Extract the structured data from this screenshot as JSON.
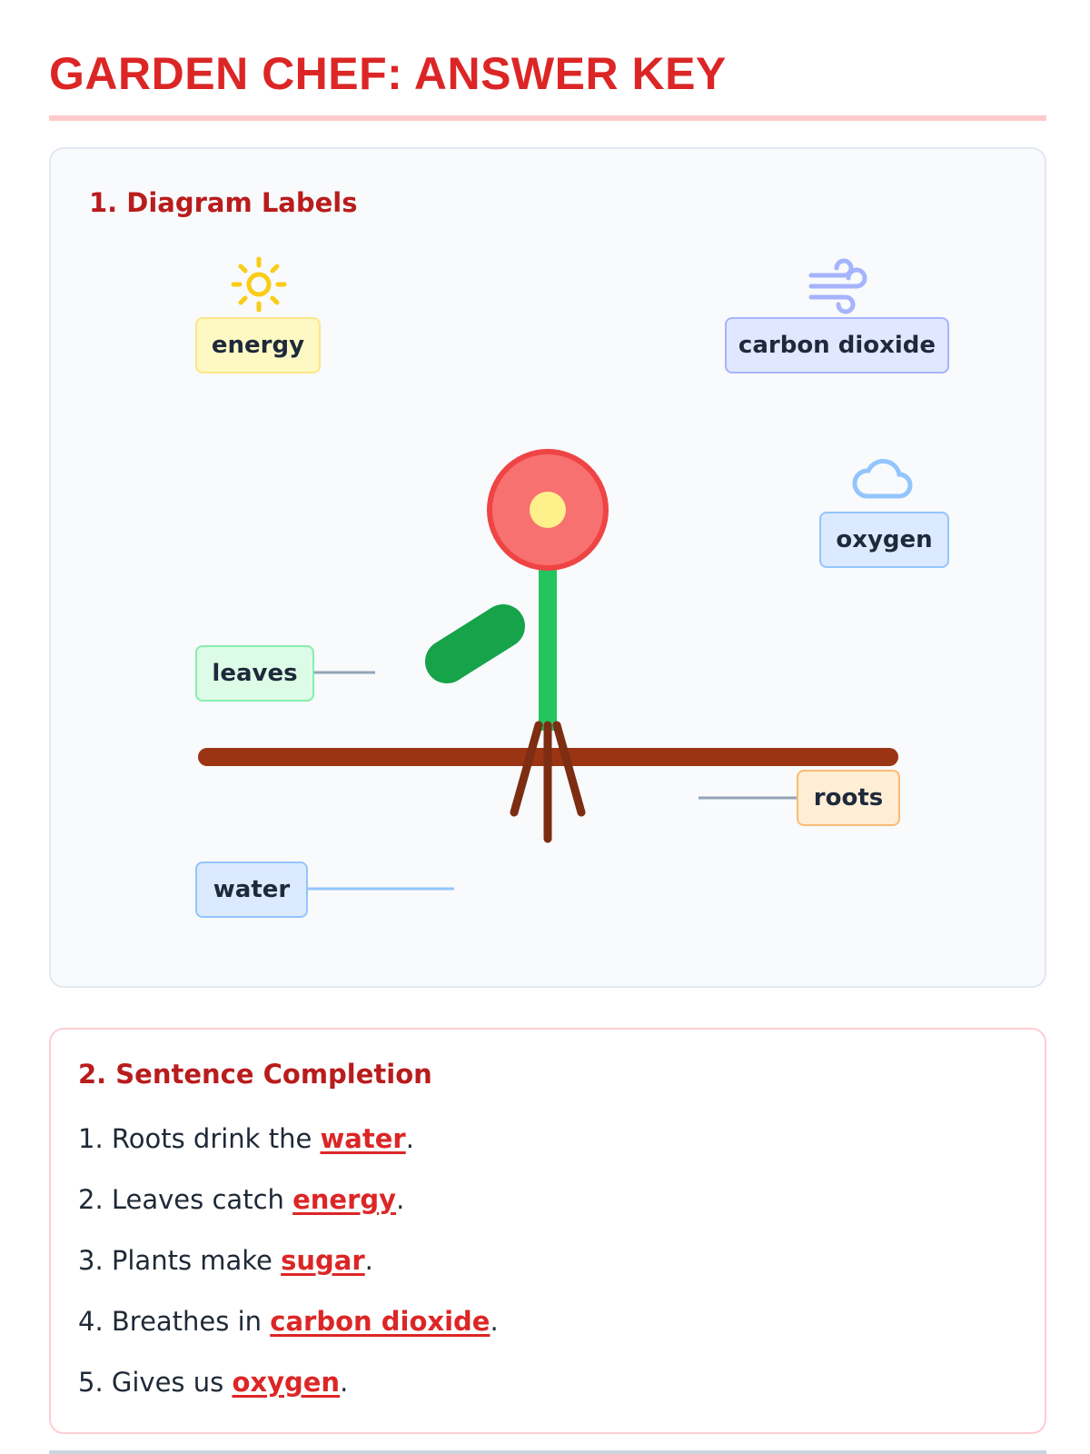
{
  "title": "GARDEN CHEF: ANSWER KEY",
  "section1": {
    "heading": "1. Diagram Labels",
    "labels": {
      "energy": "energy",
      "carbon_dioxide": "carbon dioxide",
      "oxygen": "oxygen",
      "leaves": "leaves",
      "roots": "roots",
      "water": "water"
    },
    "icons": [
      "sun-icon",
      "wind-icon",
      "cloud-icon"
    ]
  },
  "section2": {
    "heading": "2. Sentence Completion",
    "sentences": [
      {
        "prefix": "1. Roots drink the ",
        "answer": "water",
        "suffix": "."
      },
      {
        "prefix": "2. Leaves catch ",
        "answer": "energy",
        "suffix": "."
      },
      {
        "prefix": "3. Plants make ",
        "answer": "sugar",
        "suffix": "."
      },
      {
        "prefix": "4. Breathes in ",
        "answer": "carbon dioxide",
        "suffix": "."
      },
      {
        "prefix": "5. Gives us ",
        "answer": "oxygen",
        "suffix": "."
      }
    ]
  },
  "colors": {
    "accent": "#dc2626",
    "stem": "#22c55e",
    "leaf": "#16a34a",
    "flower": "#f87171",
    "soil": "#9a3412",
    "root": "#7c2d12"
  }
}
